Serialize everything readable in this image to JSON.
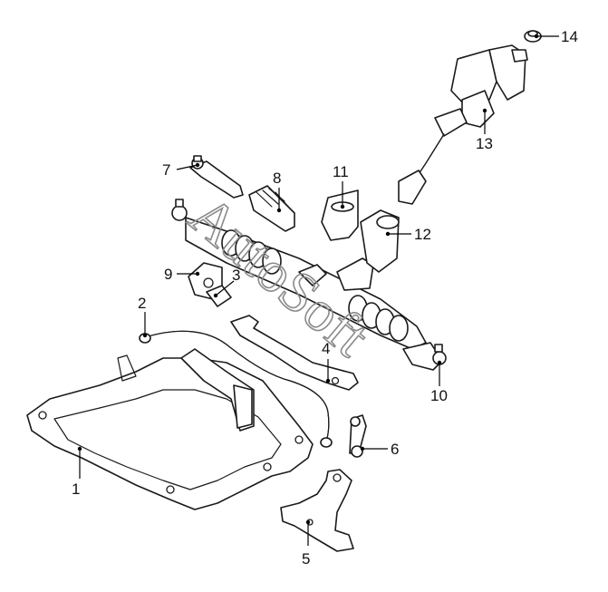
{
  "diagram": {
    "watermark": "AutoSoft",
    "callouts": [
      "1",
      "2",
      "3",
      "4",
      "5",
      "6",
      "7",
      "8",
      "9",
      "10",
      "11",
      "12",
      "13",
      "14"
    ]
  }
}
